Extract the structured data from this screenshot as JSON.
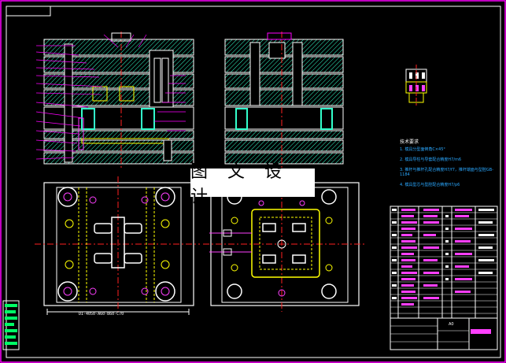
{
  "watermark": "图 文 设 计",
  "tech_notes": {
    "heading": "技术要求",
    "lines": [
      "1. 模具分型面倒角C×45°",
      "2. 模具导柱与导套配合精度H7/m6",
      "3. 推杆与推杆孔配合精度H7/f7，推杆端面与型腔GB-1184",
      "4. 模具型芯与型腔配合精度H7/p6"
    ]
  },
  "plan_dimension_label": "DI-4050-A60-B60-C70",
  "title_block": {
    "scale_cell": "A0"
  },
  "colors": {
    "frame": "#ff00ff",
    "outline": "#ffffff",
    "hatch": "#3fc",
    "center": "#ff2020",
    "parts": "#ffff00",
    "spring": "#ff3fff",
    "text_blue": "#2aa8ff",
    "table_green": "#00ff66"
  }
}
